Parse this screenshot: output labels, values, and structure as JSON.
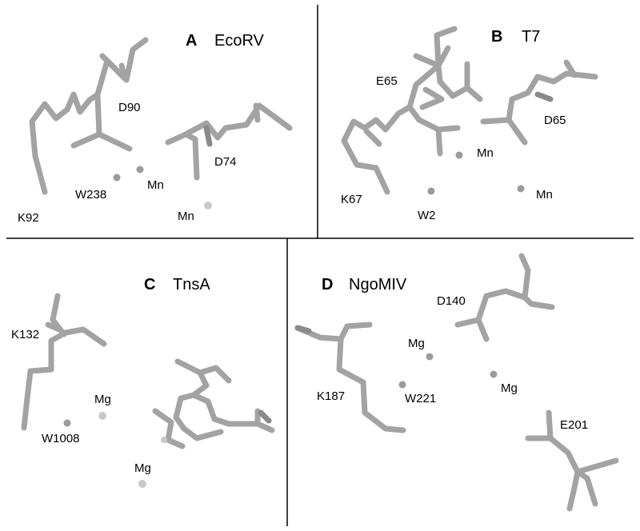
{
  "panels": [
    {
      "letter": "A",
      "name": "EcoRV",
      "residues": [
        "D90",
        "D74",
        "K92"
      ],
      "waters": [
        "W238"
      ],
      "ions": [
        "Mn",
        "Mn"
      ]
    },
    {
      "letter": "B",
      "name": "T7",
      "residues": [
        "E65",
        "D65",
        "K67"
      ],
      "waters": [
        "W2"
      ],
      "ions": [
        "Mn",
        "Mn"
      ]
    },
    {
      "letter": "C",
      "name": "TnsA",
      "residues": [
        "K132"
      ],
      "waters": [
        "W1008"
      ],
      "ions": [
        "Mg",
        "Mg"
      ]
    },
    {
      "letter": "D",
      "name": "NgoMIV",
      "residues": [
        "D140",
        "K187",
        "E201"
      ],
      "waters": [
        "W221"
      ],
      "ions": [
        "Mg",
        "Mg"
      ]
    }
  ],
  "colors": {
    "stick": "#a3a3a3",
    "atom": "#9b9b9b",
    "atom_light": "#c8c8c8",
    "divider": "#000000"
  }
}
